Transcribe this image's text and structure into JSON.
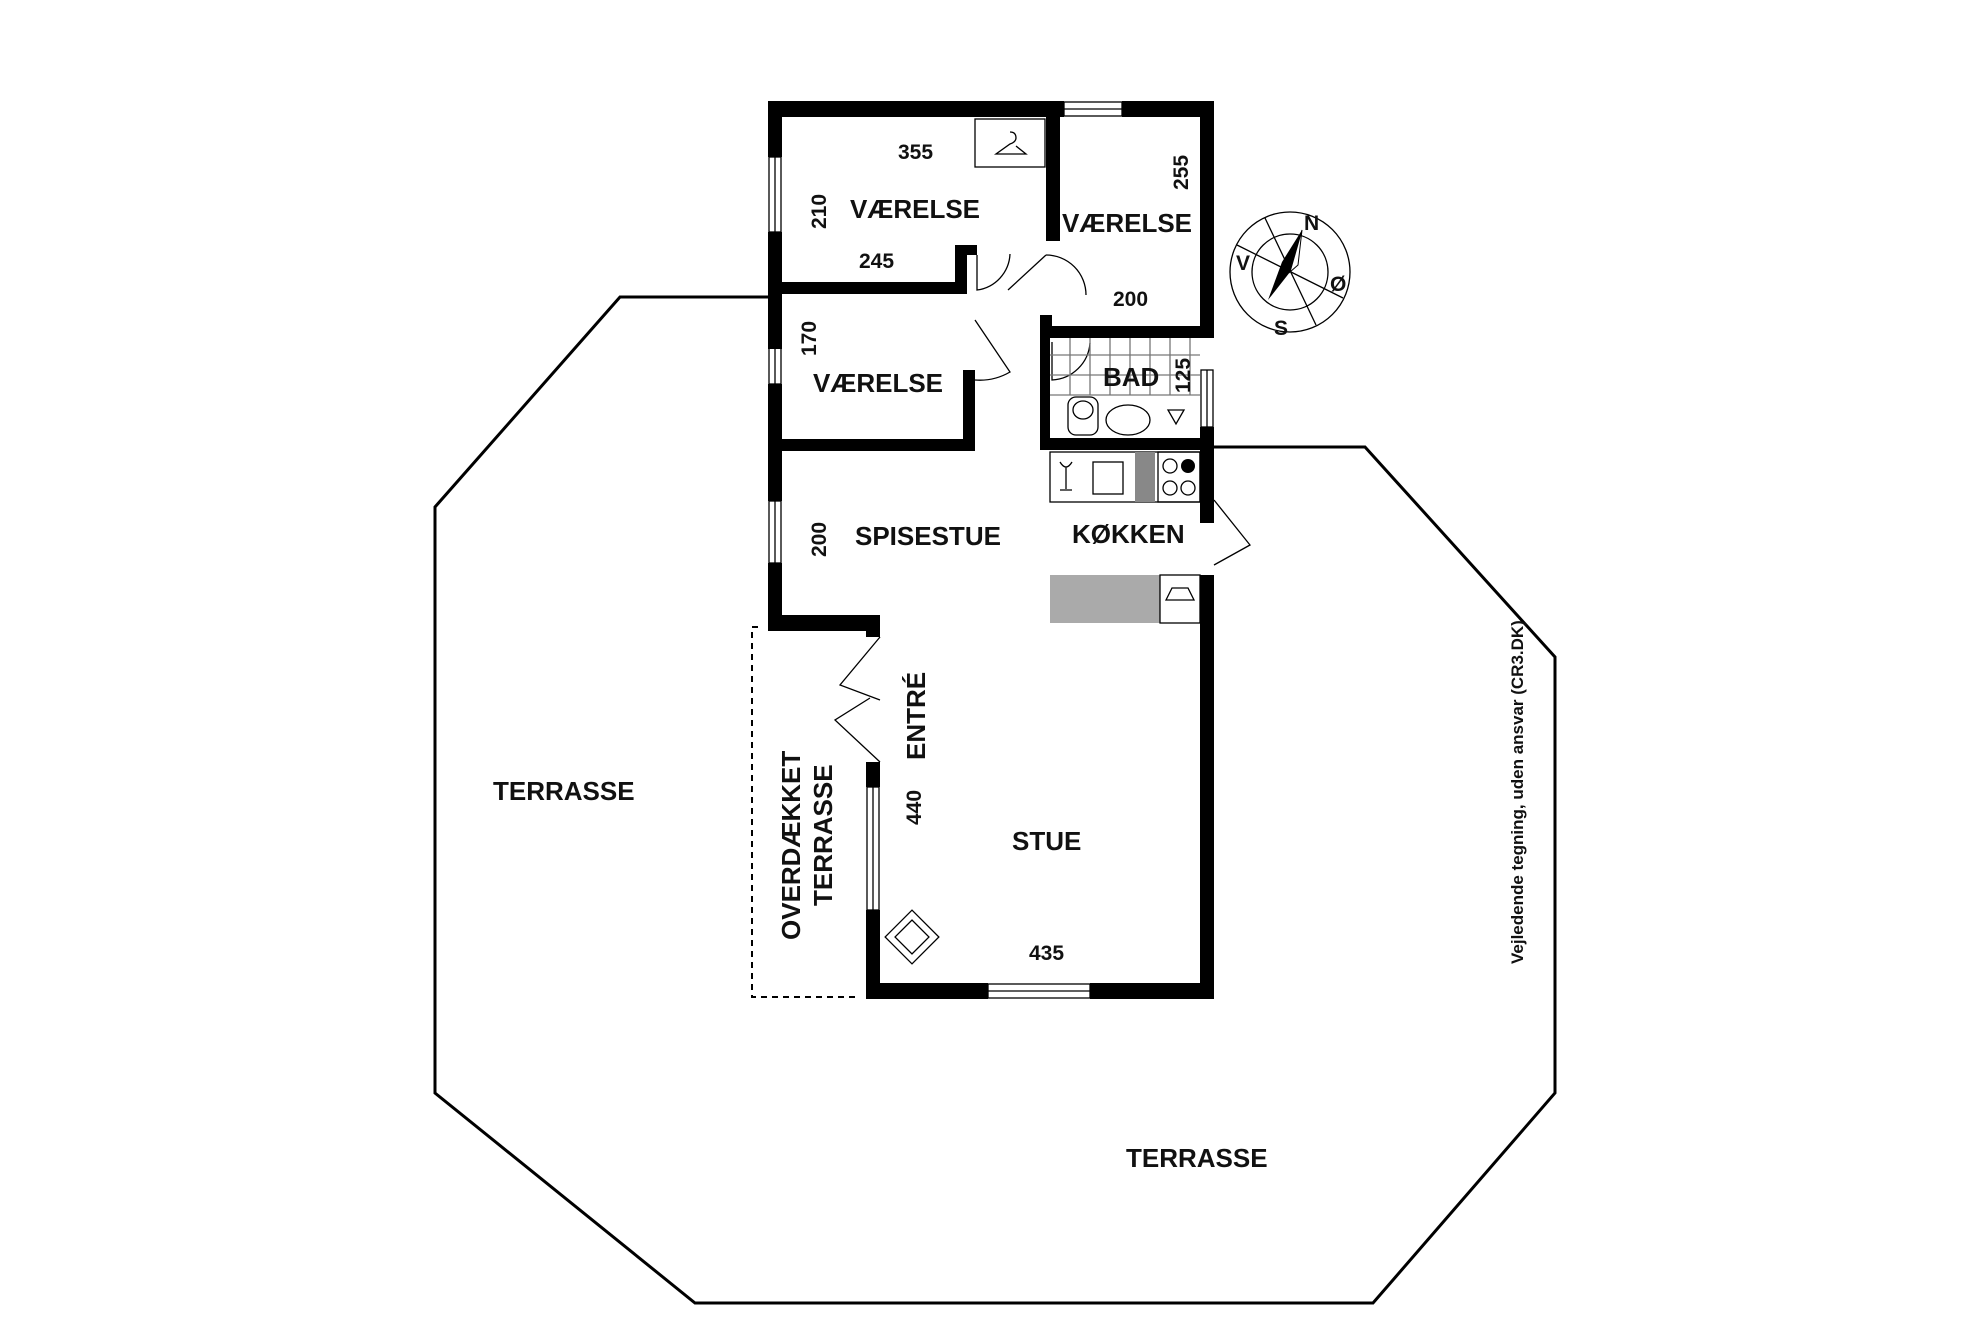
{
  "rooms": {
    "bedroom_1": "VÆRELSE",
    "bedroom_2": "VÆRELSE",
    "bedroom_3": "VÆRELSE",
    "bathroom": "BAD",
    "dining": "SPISESTUE",
    "kitchen": "KØKKEN",
    "entrance": "ENTRÉ",
    "living": "STUE",
    "covered_terrace_line1": "OVERDÆKKET",
    "covered_terrace_line2": "TERRASSE",
    "terrace_west": "TERRASSE",
    "terrace_south": "TERRASSE"
  },
  "dimensions": {
    "bedroom_1_width": "355",
    "bedroom_1_depth": "210",
    "bedroom_1_inner": "245",
    "bedroom_2_depth": "255",
    "bedroom_2_width": "200",
    "bedroom_3_depth": "170",
    "bathroom_depth": "125",
    "dining_depth": "200",
    "living_depth": "440",
    "living_width": "435"
  },
  "compass": {
    "north": "N",
    "south": "S",
    "east": "Ø",
    "west": "V"
  },
  "disclaimer": "Vejledende tegning, uden ansvar (CR3.DK)",
  "icons": [
    "hanger-icon",
    "compass-rose-icon",
    "toilet-icon",
    "sink-icon",
    "shower-icon",
    "stove-icon",
    "kitchen-sink-icon",
    "fireplace-icon",
    "door-swing-icon",
    "window-icon"
  ]
}
